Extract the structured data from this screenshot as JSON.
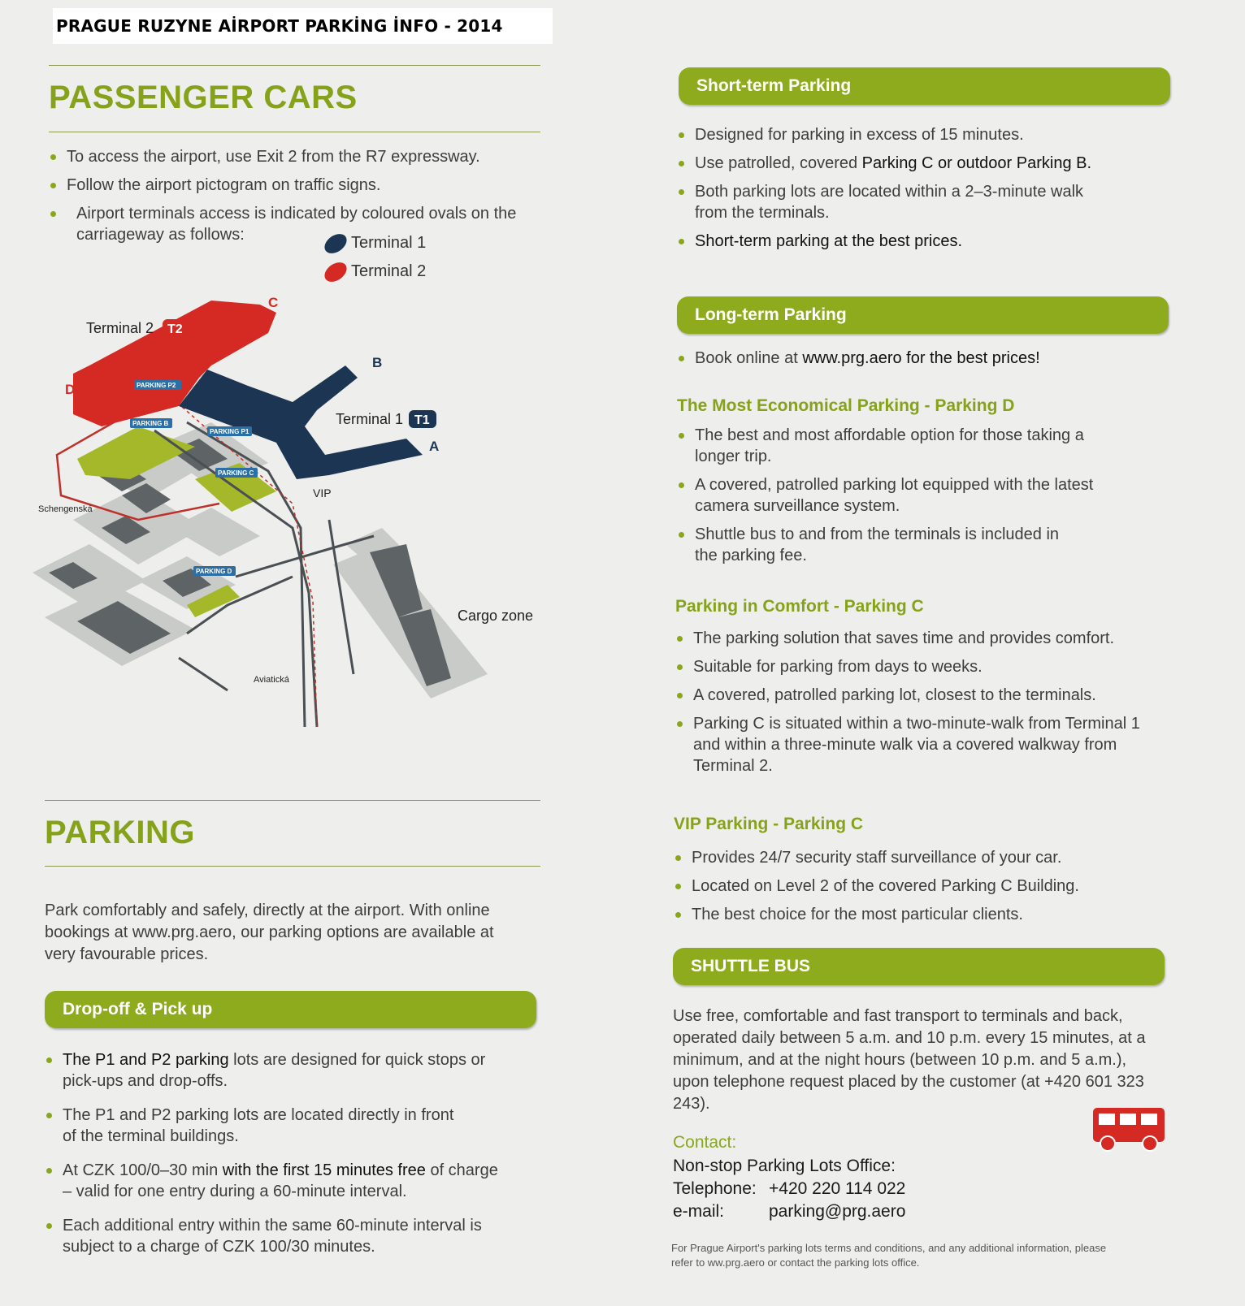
{
  "header": {
    "title": "PRAGUE RUZYNE AİRPORT PARKİNG İNFO  - 2014"
  },
  "passenger_cars": {
    "heading": "PASSENGER CARS",
    "bullets": [
      "To access the airport, use Exit 2 from the R7 expressway.",
      "Follow the airport pictogram on traffic signs.",
      "Airport terminals access is indicated by coloured ovals on the carriageway as follows:"
    ],
    "legend": [
      {
        "label": "Terminal 1",
        "color": "#1c3553"
      },
      {
        "label": "Terminal 2",
        "color": "#d42a23"
      }
    ]
  },
  "map": {
    "terminal2": "Terminal 2",
    "t2_badge": "T2",
    "terminal1": "Terminal 1",
    "t1_badge": "T1",
    "pier_a": "A",
    "pier_b": "B",
    "pier_c": "C",
    "pier_d": "D",
    "parking_p2": "PARKING P2",
    "parking_b": "PARKING B",
    "parking_p1": "PARKING P1",
    "parking_c": "PARKING C",
    "parking_d": "PARKING D",
    "vip": "VIP",
    "schengenska": "Schengenská",
    "aviaticka": "Aviatická",
    "cargo": "Cargo zone",
    "colors": {
      "t1": "#1c3553",
      "t2": "#d42a23",
      "parking": "#a5b829",
      "marker": "#2b6fa6"
    }
  },
  "parking": {
    "heading": "PARKING",
    "intro": "Park comfortably and safely, directly at the airport. With online bookings at www.prg.aero, our parking options are available at very favourable prices."
  },
  "dropoff": {
    "title": "Drop-off & Pick up",
    "b1": {
      "bold": "The P1 and P2 parking",
      "rest": " lots are designed for quick stops or pick-ups and drop-offs."
    },
    "b2": "The P1 and P2 parking lots are located directly in front of the terminal buildings.",
    "b3": {
      "pre": "At CZK 100/0–30 min ",
      "bold": "with the first 15 minutes free",
      "rest": " of charge – valid for one entry during a 60-minute interval."
    },
    "b4": "Each additional entry within the same 60-minute interval is subject to a charge of CZK 100/30 minutes."
  },
  "short_term": {
    "title": "Short-term Parking",
    "b1": "Designed for parking in excess of 15 minutes.",
    "b2": {
      "pre": "Use patrolled, covered ",
      "bold": "Parking C or outdoor Parking B."
    },
    "b3": "Both parking lots are located within a 2–3-minute walk from the terminals.",
    "b4": "Short-term parking at the best prices."
  },
  "long_term": {
    "title": "Long-term Parking",
    "b1": {
      "pre": "Book online at ",
      "bold": "www.prg.aero for the best prices!"
    }
  },
  "economical": {
    "title": "The Most Economical Parking - Parking D",
    "bullets": [
      "The best and most affordable option for those taking a longer trip.",
      "A covered, patrolled parking lot equipped with the latest camera surveillance system.",
      "Shuttle bus to and from the terminals is included in the parking fee."
    ]
  },
  "comfort": {
    "title": "Parking in Comfort - Parking C",
    "bullets": [
      "The parking solution that saves time and provides comfort.",
      "Suitable for parking from days to weeks.",
      "A covered, patrolled parking lot, closest to the terminals.",
      "Parking C is situated within a two-minute-walk from Terminal 1 and within a three-minute walk via a covered walkway from Terminal 2."
    ]
  },
  "vip": {
    "title": "VIP Parking - Parking C",
    "bullets": [
      "Provides 24/7 security staff surveillance of your car.",
      "Located on Level 2 of the covered Parking C Building.",
      "The best choice for the most particular clients."
    ]
  },
  "shuttle": {
    "title": "SHUTTLE BUS",
    "text": "Use free, comfortable and fast transport to terminals and back, operated daily between 5 a.m. and 10 p.m. every 15 minutes, at a minimum, and at the night hours (between 10 p.m. and 5 a.m.), upon telephone request placed by the customer (at +420 601 323 243).",
    "icon": "bus-icon"
  },
  "contact": {
    "label": "Contact:",
    "office": "Non-stop Parking Lots Office:",
    "phone_label": "Telephone:",
    "phone": "+420 220 114 022",
    "email_label": "e-mail:",
    "email": "parking@prg.aero",
    "footnote": "For Prague Airport's parking lots terms and conditions, and any additional information, please refer to ww.prg.aero or contact the parking lots office."
  }
}
